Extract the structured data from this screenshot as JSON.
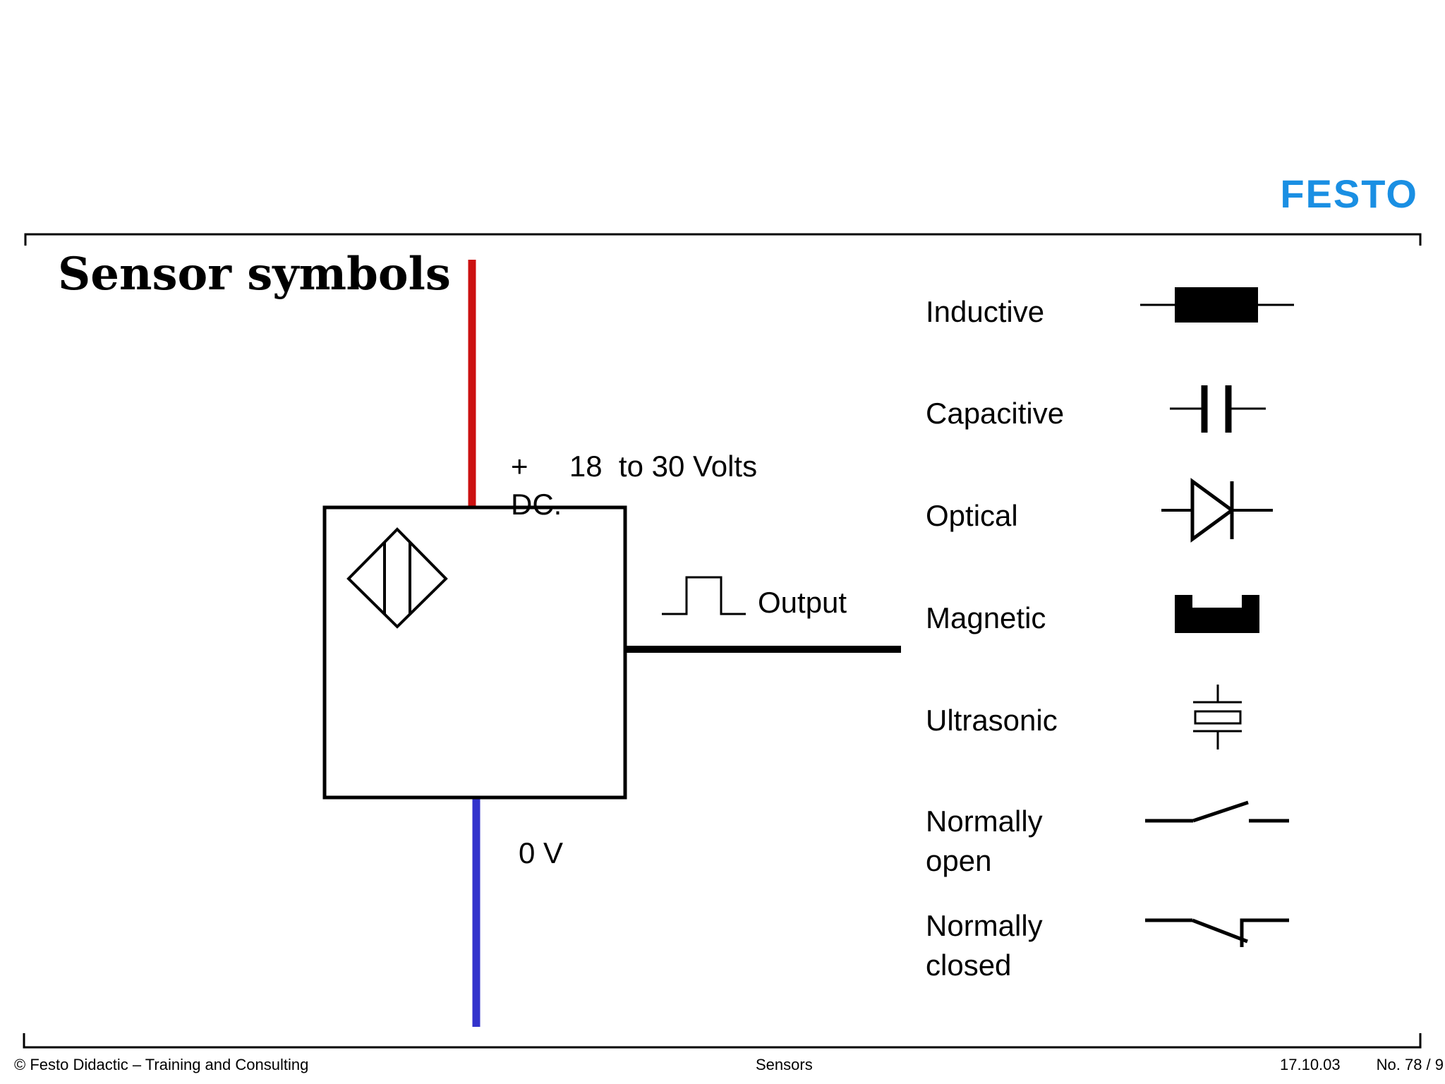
{
  "logo": {
    "text": "FESTO",
    "color": "#1a8fe3"
  },
  "slide": {
    "title": "Sensor symbols"
  },
  "sensor_diagram": {
    "supply_label_line1": "+     18  to 30 Volts",
    "supply_label_line2": "DC.",
    "ground_label": "0 V",
    "output_label": "Output",
    "supply_wire_color": "#cc1111",
    "ground_wire_color": "#3333cc"
  },
  "legend": {
    "items": [
      {
        "lines": [
          "Inductive"
        ],
        "icon": "inductive-symbol"
      },
      {
        "lines": [
          "Capacitive"
        ],
        "icon": "capacitive-symbol"
      },
      {
        "lines": [
          "Optical"
        ],
        "icon": "optical-diode-symbol"
      },
      {
        "lines": [
          "Magnetic"
        ],
        "icon": "magnetic-symbol"
      },
      {
        "lines": [
          "Ultrasonic"
        ],
        "icon": "ultrasonic-symbol"
      },
      {
        "lines": [
          "Normally",
          "open"
        ],
        "icon": "normally-open-switch-symbol"
      },
      {
        "lines": [
          "Normally",
          "closed"
        ],
        "icon": "normally-closed-switch-symbol"
      }
    ]
  },
  "footer": {
    "copyright": "© Festo Didactic – Training and Consulting",
    "topic": "Sensors",
    "date": "17.10.03",
    "page": "No. 78 / 9"
  }
}
